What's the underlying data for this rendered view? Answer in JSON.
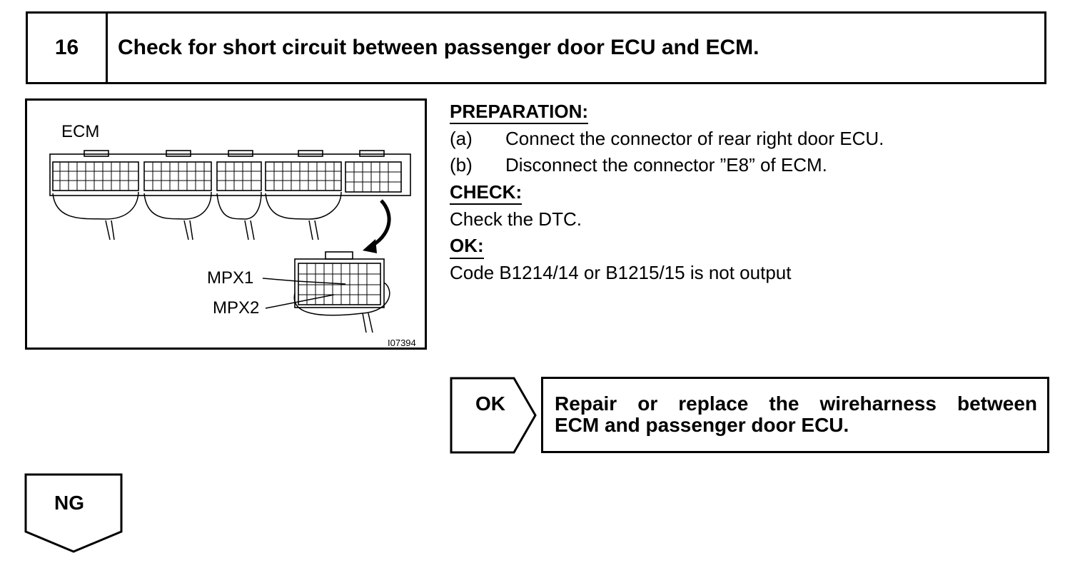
{
  "step": {
    "number": "16",
    "title": "Check for short circuit between passenger door ECU and ECM."
  },
  "figure": {
    "ecm_label": "ECM",
    "pin_label_1": "MPX1",
    "pin_label_2": "MPX2",
    "figure_id": "I07394"
  },
  "instructions": {
    "preparation_heading": "PREPARATION:",
    "preparation_steps": [
      {
        "mark": "(a)",
        "text": "Connect the connector of rear right door ECU."
      },
      {
        "mark": "(b)",
        "text": "Disconnect the connector ”E8” of ECM."
      }
    ],
    "check_heading": "CHECK:",
    "check_text": "Check the DTC.",
    "ok_heading": "OK:",
    "ok_text": "Code B1214/14 or B1215/15 is not output"
  },
  "ok_branch": {
    "label": "OK",
    "result_line1_words": [
      "Repair",
      "or",
      "replace",
      "the",
      "wireharness",
      "between"
    ],
    "result_line2": "ECM and passenger door ECU."
  },
  "ng_branch": {
    "label": "NG"
  }
}
